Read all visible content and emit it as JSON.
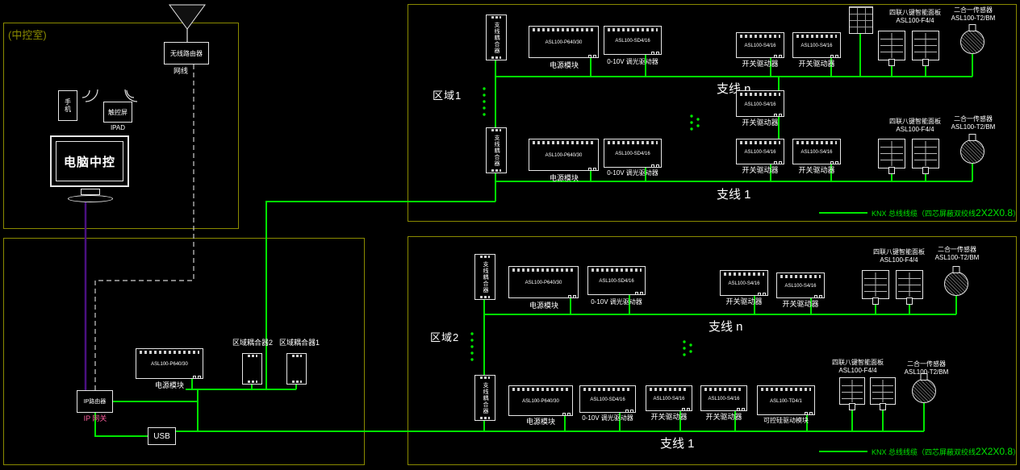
{
  "control_room": {
    "title": "(中控室)",
    "wireless_router": "无线路由器",
    "network_cable": "网线",
    "phone": "手机",
    "touchscreen": "触控屏",
    "ipad": "IPAD",
    "pc": "电脑中控"
  },
  "gateway_box": {
    "power_label": "电源模块",
    "area_coupler_2": "区域耦合器2",
    "area_coupler_1": "区域耦合器1",
    "ip_router": "IP路由器",
    "ip_gateway": "IP 网关",
    "usb": "USB"
  },
  "labels": {
    "branch_coupler": "支线耦合器",
    "power_module": "电源模块",
    "power_model": "ASL100-P640/30",
    "dimmer": "0-10V 调光驱动器",
    "dimmer_model": "ASL100-SD4/16",
    "switch_driver": "开关驱动器",
    "switch_model": "ASL100-S4/16",
    "thyristor": "可控硅驱动模块",
    "thyristor_model": "ASL100-TD4/1",
    "panel_title": "四联八键智能面板",
    "panel_model": "ASL100-F4/4",
    "sensor_title": "二合一传感器",
    "sensor_model": "ASL100-T2/BM",
    "branch_n": "支线 n",
    "branch_1": "支线 1",
    "knx_prefix": "KNX 总线线缆（四芯屏蔽双绞线",
    "knx_size": "2X2X0.8",
    "knx_suffix": "）"
  },
  "areas": {
    "area1": "区域1",
    "area2": "区域2"
  },
  "colors": {
    "frame": "#8a8a00",
    "wire": "#00e600",
    "uplink": "#4a1080",
    "gateway": "#ff5fa0"
  }
}
